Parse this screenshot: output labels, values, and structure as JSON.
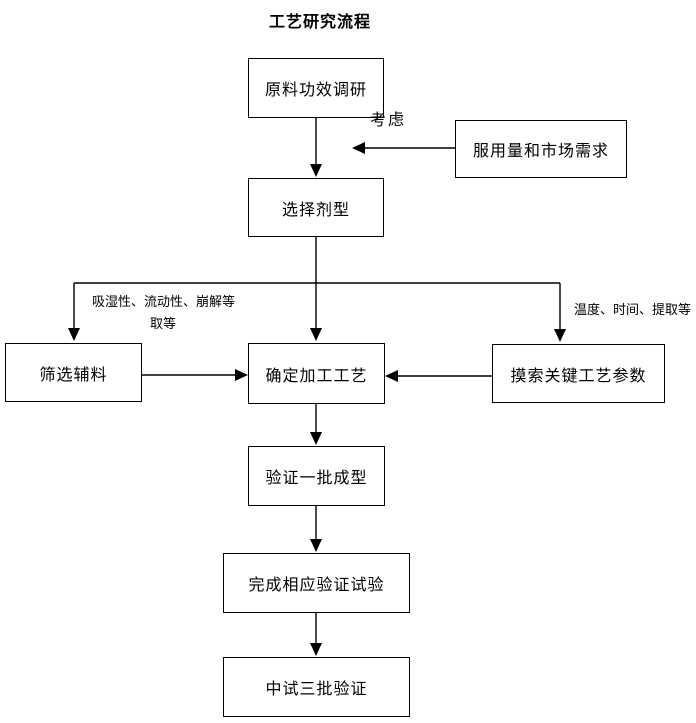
{
  "title": "工艺研究流程",
  "nodes": {
    "raw_material_research": "原料功效调研",
    "dosage_market_demand": "服用量和市场需求",
    "select_dosage_form": "选择剂型",
    "screen_excipients": "筛选辅料",
    "determine_process": "确定加工工艺",
    "explore_key_parameters": "摸索关键工艺参数",
    "validate_one_batch": "验证一批成型",
    "complete_validation_tests": "完成相应验证试验",
    "pilot_three_batches": "中试三批验证"
  },
  "edge_labels": {
    "consider": "考虑",
    "left_branch_line1": "吸湿性、流动性、崩解等",
    "left_branch_line2": "取等",
    "right_branch": "温度、时间、提取等"
  },
  "colors": {
    "background": "#ffffff",
    "line": "#000000",
    "box_border": "#000000",
    "text": "#000000"
  }
}
